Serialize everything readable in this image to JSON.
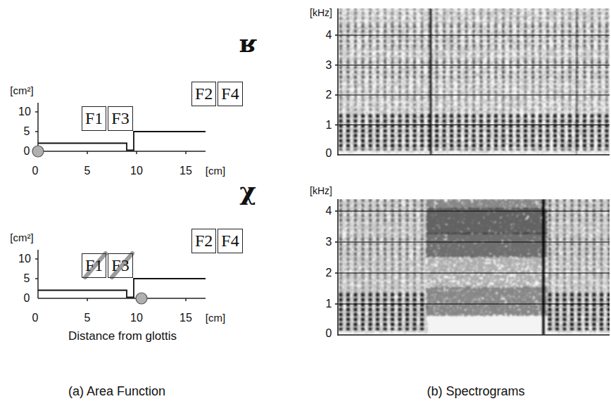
{
  "diagram": {
    "nodes": [
      {
        "text": [
          "F1"
        ]
      },
      {
        "text": [
          "F3"
        ]
      },
      {
        "text": [
          "F2"
        ]
      },
      {
        "text": [
          "F4"
        ]
      },
      {
        "text": [
          "F1"
        ]
      },
      {
        "text": [
          "F3"
        ]
      },
      {
        "text": [
          "F2"
        ]
      },
      {
        "text": [
          "F4"
        ]
      }
    ],
    "labels": [
      "ʁ",
      "[cm²]",
      "10",
      "5",
      "0",
      "0",
      "5",
      "10",
      "15",
      "[cm]",
      "χ",
      "[cm²]",
      "10",
      "5",
      "0",
      "0",
      "5",
      "10",
      "15",
      "[cm]",
      "Distance from glottis",
      "[kHz]",
      "4",
      "3",
      "2",
      "1",
      "0",
      "[kHz]",
      "4",
      "3",
      "2",
      "1",
      "0",
      "(a) Area Function",
      "(b) Spectrograms"
    ]
  }
}
